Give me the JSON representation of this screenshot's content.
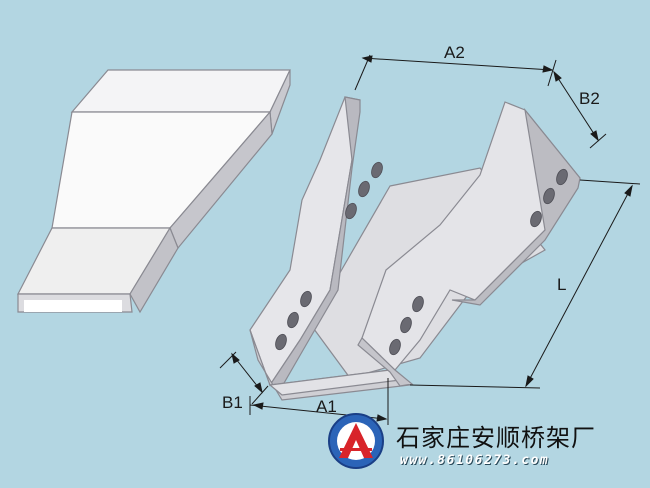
{
  "labels": {
    "a2": "A2",
    "b2": "B2",
    "l": "L",
    "b1": "B1",
    "a1": "A1"
  },
  "brand": {
    "name": "石家庄安顺桥架厂",
    "website": "www.86106273.com"
  },
  "colors": {
    "background": "#b3d6e2",
    "tray_face": "#e9e9ec",
    "tray_edge": "#8a8a92",
    "hole": "#6a6a72",
    "line": "#1a1a1a"
  }
}
